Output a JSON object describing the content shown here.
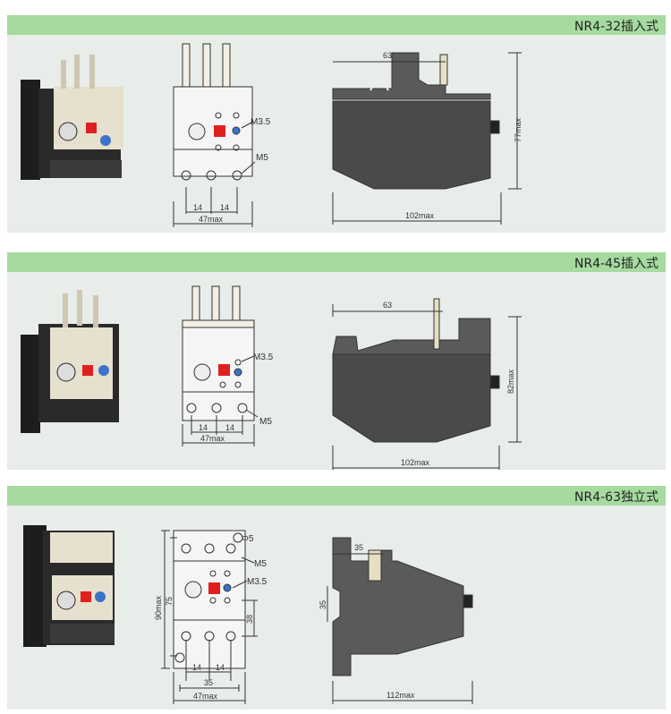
{
  "sections": [
    {
      "title": "NR4-32插入式",
      "front": {
        "label_m35": "M3.5",
        "label_m5": "M5",
        "dim_14a": "14",
        "dim_14b": "14",
        "dim_width": "47max"
      },
      "side": {
        "dim_top": "63",
        "dim_length": "102max",
        "dim_height": "77max"
      }
    },
    {
      "title": "NR4-45插入式",
      "front": {
        "label_m35": "M3.5",
        "label_m5": "M5",
        "dim_14a": "14",
        "dim_14b": "14",
        "dim_width": "47max"
      },
      "side": {
        "dim_top": "63",
        "dim_length": "102max",
        "dim_height": "82max"
      }
    },
    {
      "title": "NR4-63独立式",
      "front": {
        "label_phi": "Φ5",
        "label_m5": "M5",
        "label_m35": "M3.5",
        "dim_14a": "14",
        "dim_14b": "14",
        "dim_35": "35",
        "dim_width": "47max",
        "dim_height_outer": "90max",
        "dim_height_inner": "75",
        "dim_38": "38"
      },
      "side": {
        "dim_top": "35",
        "dim_side": "35",
        "dim_length": "112max"
      }
    }
  ],
  "colors": {
    "band": "#a6dba0",
    "panel": "#e8ede9",
    "red_button": "#e02020",
    "blue_button": "#3a73c9",
    "body_dark": "#555555",
    "line": "#333333"
  }
}
